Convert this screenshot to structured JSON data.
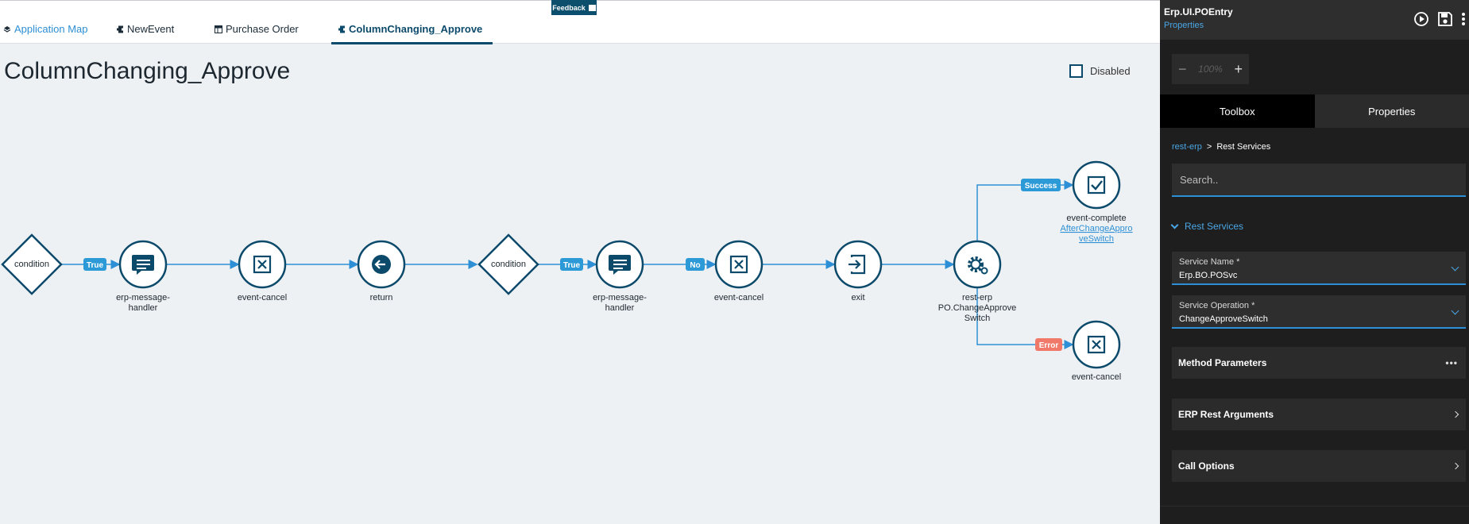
{
  "tabs": [
    {
      "label": "Application Map",
      "icon": "layers-icon"
    },
    {
      "label": "NewEvent",
      "icon": "event-icon"
    },
    {
      "label": "Purchase Order",
      "icon": "grid-icon"
    },
    {
      "label": "ColumnChanging_Approve",
      "icon": "event-icon"
    }
  ],
  "feedback_label": "Feedback",
  "page_title": "ColumnChanging_Approve",
  "disabled_label": "Disabled",
  "flow": {
    "nodes": {
      "condition1": "condition",
      "handler1_l1": "erp-message-",
      "handler1_l2": "handler",
      "cancel1": "event-cancel",
      "return1": "return",
      "condition2": "condition",
      "handler2_l1": "erp-message-",
      "handler2_l2": "handler",
      "cancel2": "event-cancel",
      "exit1": "exit",
      "rest_l1": "rest-erp",
      "rest_l2": "PO.ChangeApprove",
      "rest_l3": "Switch",
      "complete": "event-complete",
      "complete_link_l1": "AfterChangeAppro",
      "complete_link_l2": "veSwitch",
      "cancel3": "event-cancel"
    },
    "badges": {
      "true1": "True",
      "true2": "True",
      "no": "No",
      "success": "Success",
      "error": "Error"
    }
  },
  "right_panel": {
    "title": "Erp.UI.POEntry",
    "subtitle": "Properties",
    "zoom_value": "100%",
    "tabs": [
      "Toolbox",
      "Properties"
    ],
    "breadcrumb_link": "rest-erp",
    "breadcrumb_sep": ">",
    "breadcrumb_current": "Rest Services",
    "search_placeholder": "Search..",
    "section_title": "Rest Services",
    "service_name_label": "Service Name *",
    "service_name_value": "Erp.BO.POSvc",
    "service_operation_label": "Service Operation *",
    "service_operation_value": "ChangeApproveSwitch",
    "accordions": [
      "Method Parameters",
      "ERP Rest Arguments",
      "Call Options"
    ],
    "method_params_dots": "•••"
  },
  "colors": {
    "accent": "#2d8fd5",
    "node_stroke": "#0c4a6b",
    "success": "#2d9ad8",
    "error": "#f0796a",
    "panel_bg": "#1e1e1e"
  }
}
